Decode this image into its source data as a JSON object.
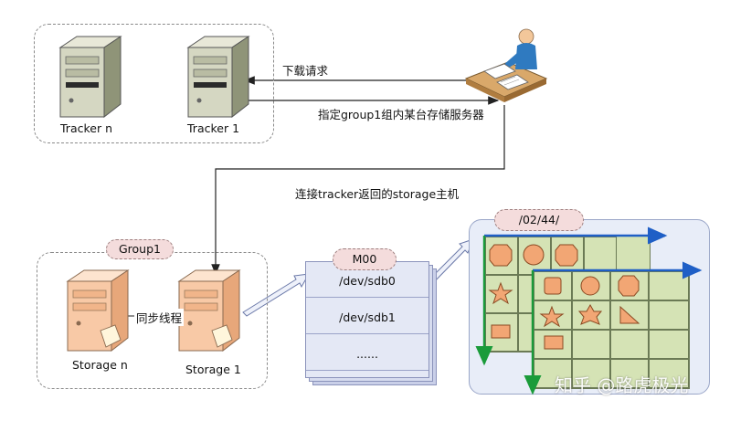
{
  "tracker_cluster": {
    "servers": [
      {
        "label": "Tracker n"
      },
      {
        "label": "Tracker 1"
      }
    ]
  },
  "messages": {
    "download_request": "下载请求",
    "assign_server": "指定group1组内某台存储服务器",
    "connect_storage": "连接tracker返回的storage主机"
  },
  "group": {
    "label": "Group1",
    "sync_label": "同步线程",
    "servers": [
      {
        "label": "Storage n"
      },
      {
        "label": "Storage 1"
      }
    ]
  },
  "store_path": {
    "label": "M00",
    "disks": [
      "/dev/sdb0",
      "/dev/sdb1",
      "......"
    ]
  },
  "directory": {
    "label": "/02/44/"
  },
  "watermark": {
    "text": "知乎 @路虎极光"
  },
  "colors": {
    "pill_fill": "#f4dcdc",
    "grid_fill": "#d5e3b5",
    "disk_fill": "#e4e8f5",
    "arrow_blue": "#1f5fc6",
    "arrow_green": "#1a9b3a",
    "shape_orange": "#f2a674"
  }
}
